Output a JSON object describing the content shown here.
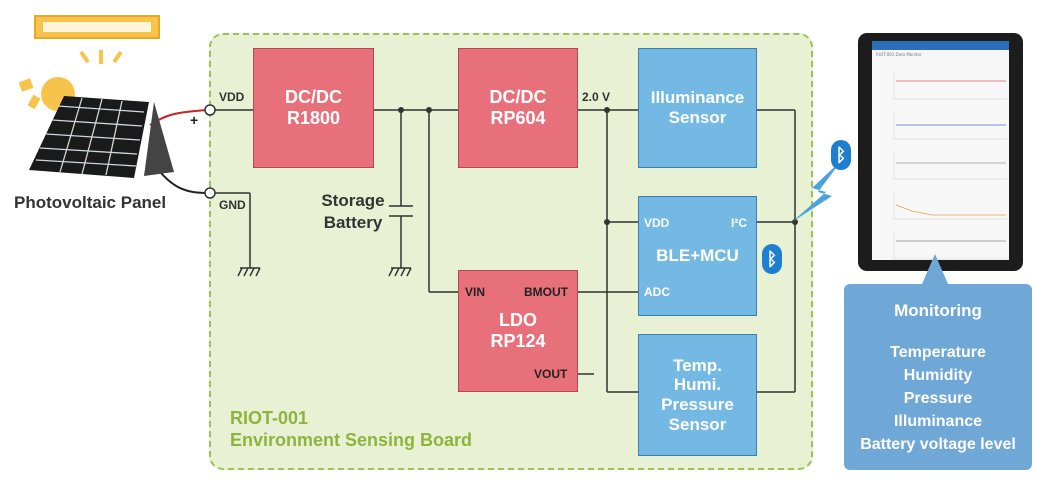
{
  "board": {
    "name": "RIOT-001",
    "subtitle": "Environment Sensing Board"
  },
  "blocks": {
    "dcdc1": "DC/DC\nR1800",
    "dcdc2": "DC/DC\nRP604",
    "illum": "Illuminance\nSensor",
    "mcu": "BLE+MCU",
    "ldo": "LDO\nRP124",
    "temp": "Temp.\nHumi.\nPressure\nSensor"
  },
  "pins": {
    "vdd_mcu": "VDD",
    "i2c": "I²C",
    "adc": "ADC",
    "vin": "VIN",
    "bmout": "BMOUT",
    "vout": "VOUT"
  },
  "wire_labels": {
    "vdd": "VDD",
    "gnd": "GND",
    "voltage": "2.0 V",
    "plus": "+"
  },
  "labels": {
    "panel": "Photovoltaic Panel",
    "battery": "Storage\nBattery"
  },
  "monitor": {
    "title": "Monitoring",
    "items": [
      "Temperature",
      "Humidity",
      "Pressure",
      "Illuminance",
      "Battery voltage level"
    ]
  },
  "tablet": {
    "title": "RIOT-001 Data Monitor"
  },
  "icons": {
    "bluetooth": "bluetooth-icon",
    "sun": "sun-icon",
    "lamp": "lamp-icon"
  },
  "colors": {
    "dcdc": "#e8707a",
    "sensor": "#74b9e4",
    "board": "#e8f1d3",
    "board_title": "#8fb33f"
  }
}
